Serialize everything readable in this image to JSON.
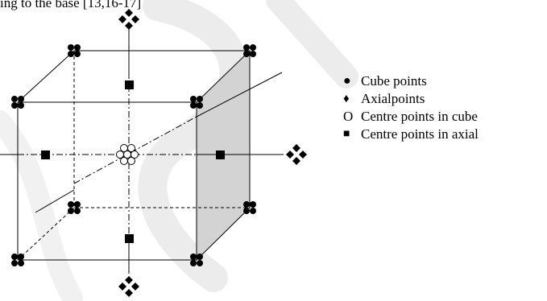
{
  "caption": "ing to the base [13,16-17]",
  "legend": {
    "items": [
      {
        "name": "cube-points",
        "symbol": "●",
        "label": "Cube points"
      },
      {
        "name": "axial-points",
        "symbol": "♦",
        "label": "Axialpoints"
      },
      {
        "name": "centre-points-cube",
        "symbol": "O",
        "label": "Centre points in cube"
      },
      {
        "name": "centre-points-axial",
        "symbol": "■",
        "label": "Centre points in axial"
      }
    ]
  },
  "colors": {
    "shaded_face": "#d3d3d3",
    "line": "#000000",
    "watermark": "#e9e9e9"
  },
  "icons": {
    "cube_point": "four-dot-cluster-icon",
    "axial_point": "four-diamond-cluster-icon",
    "centre_cube": "open-circle-cluster-icon",
    "centre_axial": "filled-square-icon"
  }
}
